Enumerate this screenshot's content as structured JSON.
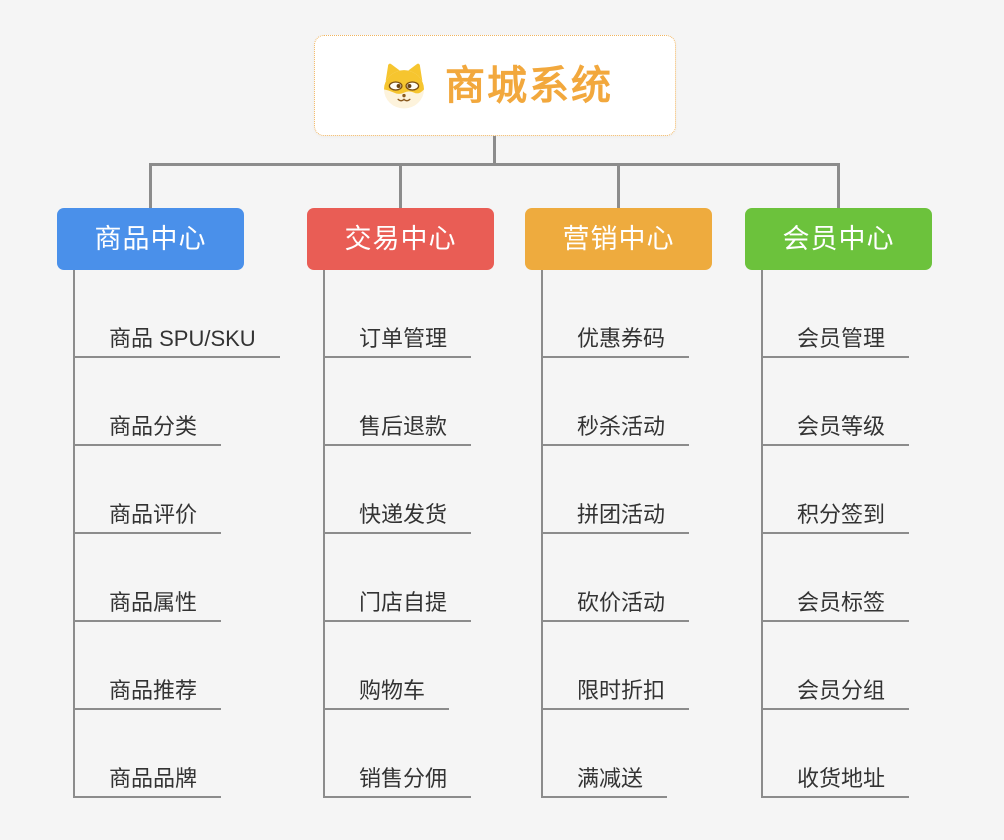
{
  "root": {
    "title": "商城系统",
    "icon": "shiba-dog-icon"
  },
  "branches": [
    {
      "label": "商品中心",
      "color": "#4a90ea",
      "items": [
        "商品 SPU/SKU",
        "商品分类",
        "商品评价",
        "商品属性",
        "商品推荐",
        "商品品牌"
      ]
    },
    {
      "label": "交易中心",
      "color": "#e95d55",
      "items": [
        "订单管理",
        "售后退款",
        "快递发货",
        "门店自提",
        "购物车",
        "销售分佣"
      ]
    },
    {
      "label": "营销中心",
      "color": "#eeab3e",
      "items": [
        "优惠券码",
        "秒杀活动",
        "拼团活动",
        "砍价活动",
        "限时折扣",
        "满减送"
      ]
    },
    {
      "label": "会员中心",
      "color": "#6cc23c",
      "items": [
        "会员管理",
        "会员等级",
        "积分签到",
        "会员标签",
        "会员分组",
        "收货地址"
      ]
    }
  ],
  "colors": {
    "background": "#f5f5f5",
    "connector_line": "#8c8c8c",
    "root_accent": "#f2a83d",
    "root_border": "#f0b45e",
    "item_text": "#333333"
  }
}
